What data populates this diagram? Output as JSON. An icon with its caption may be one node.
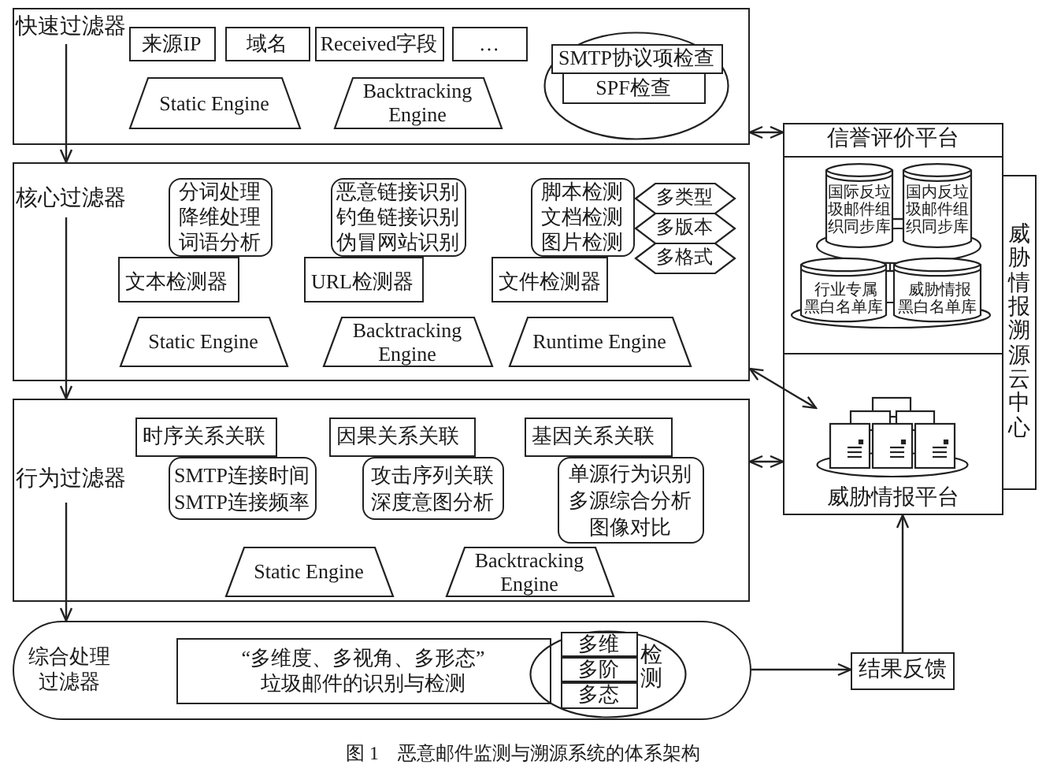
{
  "diagram": {
    "caption": "图 1　恶意邮件监测与溯源系统的体系架构",
    "nodes": [
      {
        "text": [
          "快速过滤器"
        ]
      },
      {
        "text": [
          "来源IP"
        ],
        "in": 0
      },
      {
        "text": [
          "域名"
        ],
        "in": 0
      },
      {
        "text": [
          "Received字段"
        ],
        "in": 0
      },
      {
        "text": [
          "…"
        ],
        "in": 0
      },
      {
        "text": [
          "Static Engine"
        ],
        "in": 0
      },
      {
        "text": [
          "Backtracking Engine"
        ],
        "in": 0
      },
      {
        "text": [],
        "shape": "ellipse",
        "in": 0
      },
      {
        "text": [
          "SMTP协议项检查"
        ],
        "in": 7
      },
      {
        "text": [
          "SPF检查"
        ],
        "in": 7
      },
      {
        "text": [
          "核心过滤器"
        ]
      },
      {
        "text": [
          "分词处理",
          "降维处理",
          "词语分析"
        ],
        "in": 10
      },
      {
        "text": [
          "文本检测器"
        ],
        "in": 10
      },
      {
        "text": [
          "恶意链接识别",
          "钓鱼链接识别",
          "伪冒网站识别"
        ],
        "in": 10
      },
      {
        "text": [
          "URL检测器"
        ],
        "in": 10
      },
      {
        "text": [
          "脚本检测",
          "文档检测",
          "图片检测"
        ],
        "in": 10
      },
      {
        "text": [
          "文件检测器"
        ],
        "in": 10
      },
      {
        "text": [
          "多类型"
        ],
        "in": 10
      },
      {
        "text": [
          "多版本"
        ],
        "in": 10
      },
      {
        "text": [
          "多格式"
        ],
        "in": 10
      },
      {
        "text": [
          "Static Engine"
        ],
        "in": 10
      },
      {
        "text": [
          "Backtracking Engine"
        ],
        "in": 10
      },
      {
        "text": [
          "Runtime Engine"
        ],
        "in": 10
      },
      {
        "text": [
          "行为过滤器"
        ]
      },
      {
        "text": [
          "时序关系关联"
        ],
        "in": 23
      },
      {
        "text": [
          "SMTP连接时间",
          "SMTP连接频率"
        ],
        "in": 23
      },
      {
        "text": [
          "因果关系关联"
        ],
        "in": 23
      },
      {
        "text": [
          "攻击序列关联",
          "深度意图分析"
        ],
        "in": 23
      },
      {
        "text": [
          "基因关系关联"
        ],
        "in": 23
      },
      {
        "text": [
          "单源行为识别",
          "多源综合分析",
          "图像对比"
        ],
        "in": 23
      },
      {
        "text": [
          "Static Engine"
        ],
        "in": 23
      },
      {
        "text": [
          "Backtracking Engine"
        ],
        "in": 23
      },
      {
        "text": [
          "综合处理过滤器"
        ]
      },
      {
        "text": [
          "“多维度、多视角、多形态”垃圾邮件的识别与检测"
        ],
        "in": 32
      },
      {
        "text": [
          "检测"
        ],
        "in": 32
      },
      {
        "text": [
          "多维"
        ],
        "in": 34
      },
      {
        "text": [
          "多阶"
        ],
        "in": 34
      },
      {
        "text": [
          "多态"
        ],
        "in": 34
      },
      {
        "text": [
          "结果反馈"
        ]
      },
      {
        "text": [
          "信誉评价平台"
        ]
      },
      {
        "text": [
          "国际反垃圾邮件组织同步库"
        ],
        "in": 39
      },
      {
        "text": [
          "国内反垃圾邮件组织同步库"
        ],
        "in": 39
      },
      {
        "text": [
          "行业专属黑白名单库"
        ],
        "in": 39
      },
      {
        "text": [
          "威胁情报黑白名单库"
        ],
        "in": 39
      },
      {
        "text": [
          "威胁情报平台"
        ]
      },
      {
        "text": [],
        "shape": "picture",
        "in": 44
      },
      {
        "text": [
          "威胁情报溯源云中心"
        ]
      }
    ],
    "edges": [
      {
        "from": 0,
        "to": 10,
        "arrow": "to"
      },
      {
        "from": 10,
        "to": 23,
        "arrow": "to"
      },
      {
        "from": 23,
        "to": 32,
        "arrow": "to"
      },
      {
        "from": 0,
        "to": 39,
        "arrow": "both"
      },
      {
        "from": 10,
        "to": 45,
        "arrow": "both"
      },
      {
        "from": 23,
        "to": 44,
        "arrow": "both"
      },
      {
        "from": 32,
        "to": 38,
        "arrow": "to"
      },
      {
        "from": 38,
        "to": 44,
        "arrow": "to"
      },
      {
        "from": 40,
        "to": 41,
        "arrow": "none"
      },
      {
        "from": 42,
        "to": 43,
        "arrow": "none"
      }
    ]
  }
}
